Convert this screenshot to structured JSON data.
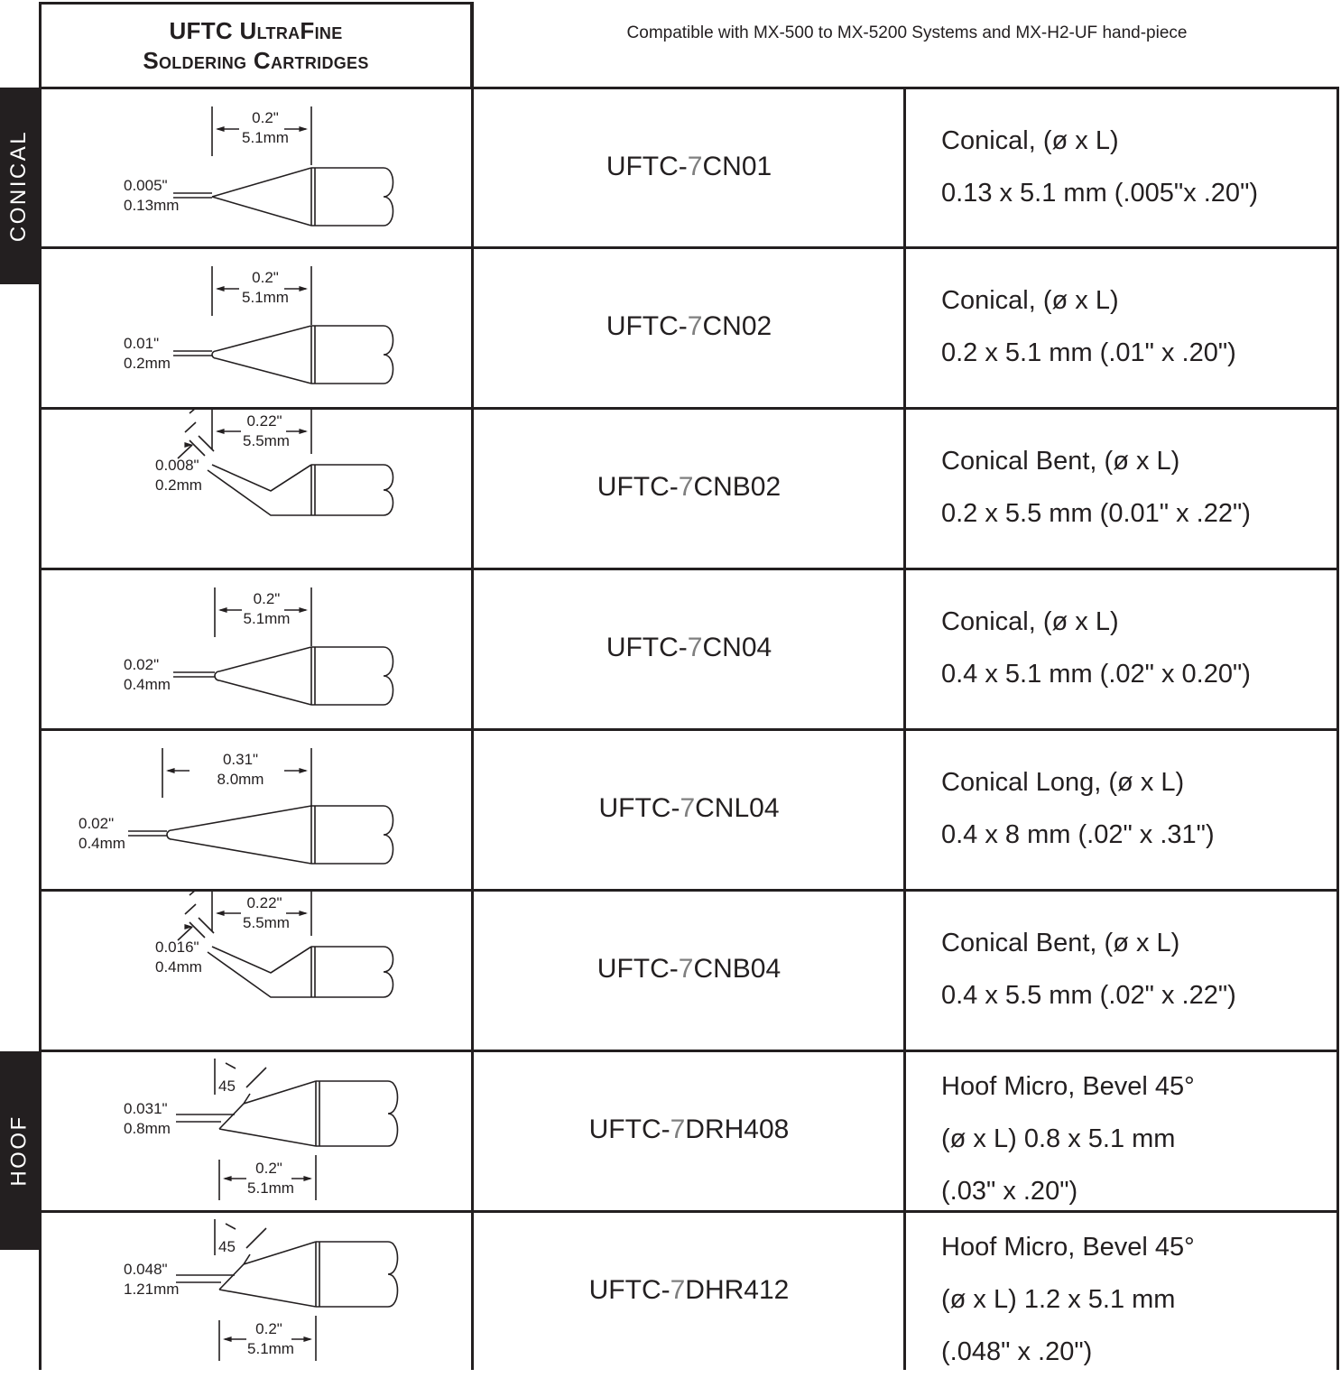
{
  "header": {
    "title_line1": "UFTC UltraFine",
    "title_line2": "Soldering Cartridges",
    "compatibility": "Compatible with MX-500 to MX-5200  Systems and MX-H2-UF hand-piece"
  },
  "categories": [
    {
      "label": "CONICAL"
    },
    {
      "label": "HOOF"
    }
  ],
  "rows": [
    {
      "part_prefix": "UFTC-",
      "part_seven": "7",
      "part_suffix": "CN01",
      "desc_lines": [
        "Conical, (ø x L)",
        "0.13 x 5.1 mm (.005\"x .20\")"
      ],
      "dims": {
        "len_in": "0.2\"",
        "len_mm": "5.1mm",
        "dia_in": "0.005\"",
        "dia_mm": "0.13mm"
      }
    },
    {
      "part_prefix": "UFTC-",
      "part_seven": "7",
      "part_suffix": "CN02",
      "desc_lines": [
        "Conical, (ø x L)",
        "0.2 x 5.1 mm  (.01\" x .20\")"
      ],
      "dims": {
        "len_in": "0.2\"",
        "len_mm": "5.1mm",
        "dia_in": "0.01\"",
        "dia_mm": "0.2mm"
      }
    },
    {
      "part_prefix": "UFTC-",
      "part_seven": "7",
      "part_suffix": "CNB02",
      "desc_lines": [
        "Conical Bent, (ø x L)",
        "0.2 x 5.5 mm (0.01\" x .22\")"
      ],
      "dims": {
        "len_in": "0.22\"",
        "len_mm": "5.5mm",
        "dia_in": "0.008\"",
        "dia_mm": "0.2mm"
      }
    },
    {
      "part_prefix": "UFTC-",
      "part_seven": "7",
      "part_suffix": "CN04",
      "desc_lines": [
        "Conical, (ø x L)",
        "0.4 x 5.1 mm  (.02\" x 0.20\")"
      ],
      "dims": {
        "len_in": "0.2\"",
        "len_mm": "5.1mm",
        "dia_in": "0.02\"",
        "dia_mm": "0.4mm"
      }
    },
    {
      "part_prefix": "UFTC-",
      "part_seven": "7",
      "part_suffix": "CNL04",
      "desc_lines": [
        "Conical Long, (ø x L)",
        "0.4 x 8 mm (.02\" x .31\")"
      ],
      "dims": {
        "len_in": "0.31\"",
        "len_mm": "8.0mm",
        "dia_in": "0.02\"",
        "dia_mm": "0.4mm"
      }
    },
    {
      "part_prefix": "UFTC-",
      "part_seven": "7",
      "part_suffix": "CNB04",
      "desc_lines": [
        "Conical Bent, (ø x L)",
        "0.4 x 5.5 mm (.02\" x .22\")"
      ],
      "dims": {
        "len_in": "0.22\"",
        "len_mm": "5.5mm",
        "dia_in": "0.016\"",
        "dia_mm": "0.4mm"
      }
    },
    {
      "part_prefix": "UFTC-",
      "part_seven": "7",
      "part_suffix": "DRH408",
      "desc_lines": [
        "Hoof Micro, Bevel 45°",
        "(ø x L) 0.8 x 5.1 mm",
        "(.03\" x .20\")"
      ],
      "dims": {
        "len_in": "0.2\"",
        "len_mm": "5.1mm",
        "dia_in": "0.031\"",
        "dia_mm": "0.8mm",
        "angle": "45"
      }
    },
    {
      "part_prefix": "UFTC-",
      "part_seven": "7",
      "part_suffix": "DHR412",
      "desc_lines": [
        "Hoof Micro, Bevel 45°",
        "(ø x L) 1.2 x 5.1 mm",
        "(.048\" x .20\")"
      ],
      "dims": {
        "len_in": "0.2\"",
        "len_mm": "5.1mm",
        "dia_in": "0.048\"",
        "dia_mm": "1.21mm",
        "angle": "45"
      }
    }
  ]
}
